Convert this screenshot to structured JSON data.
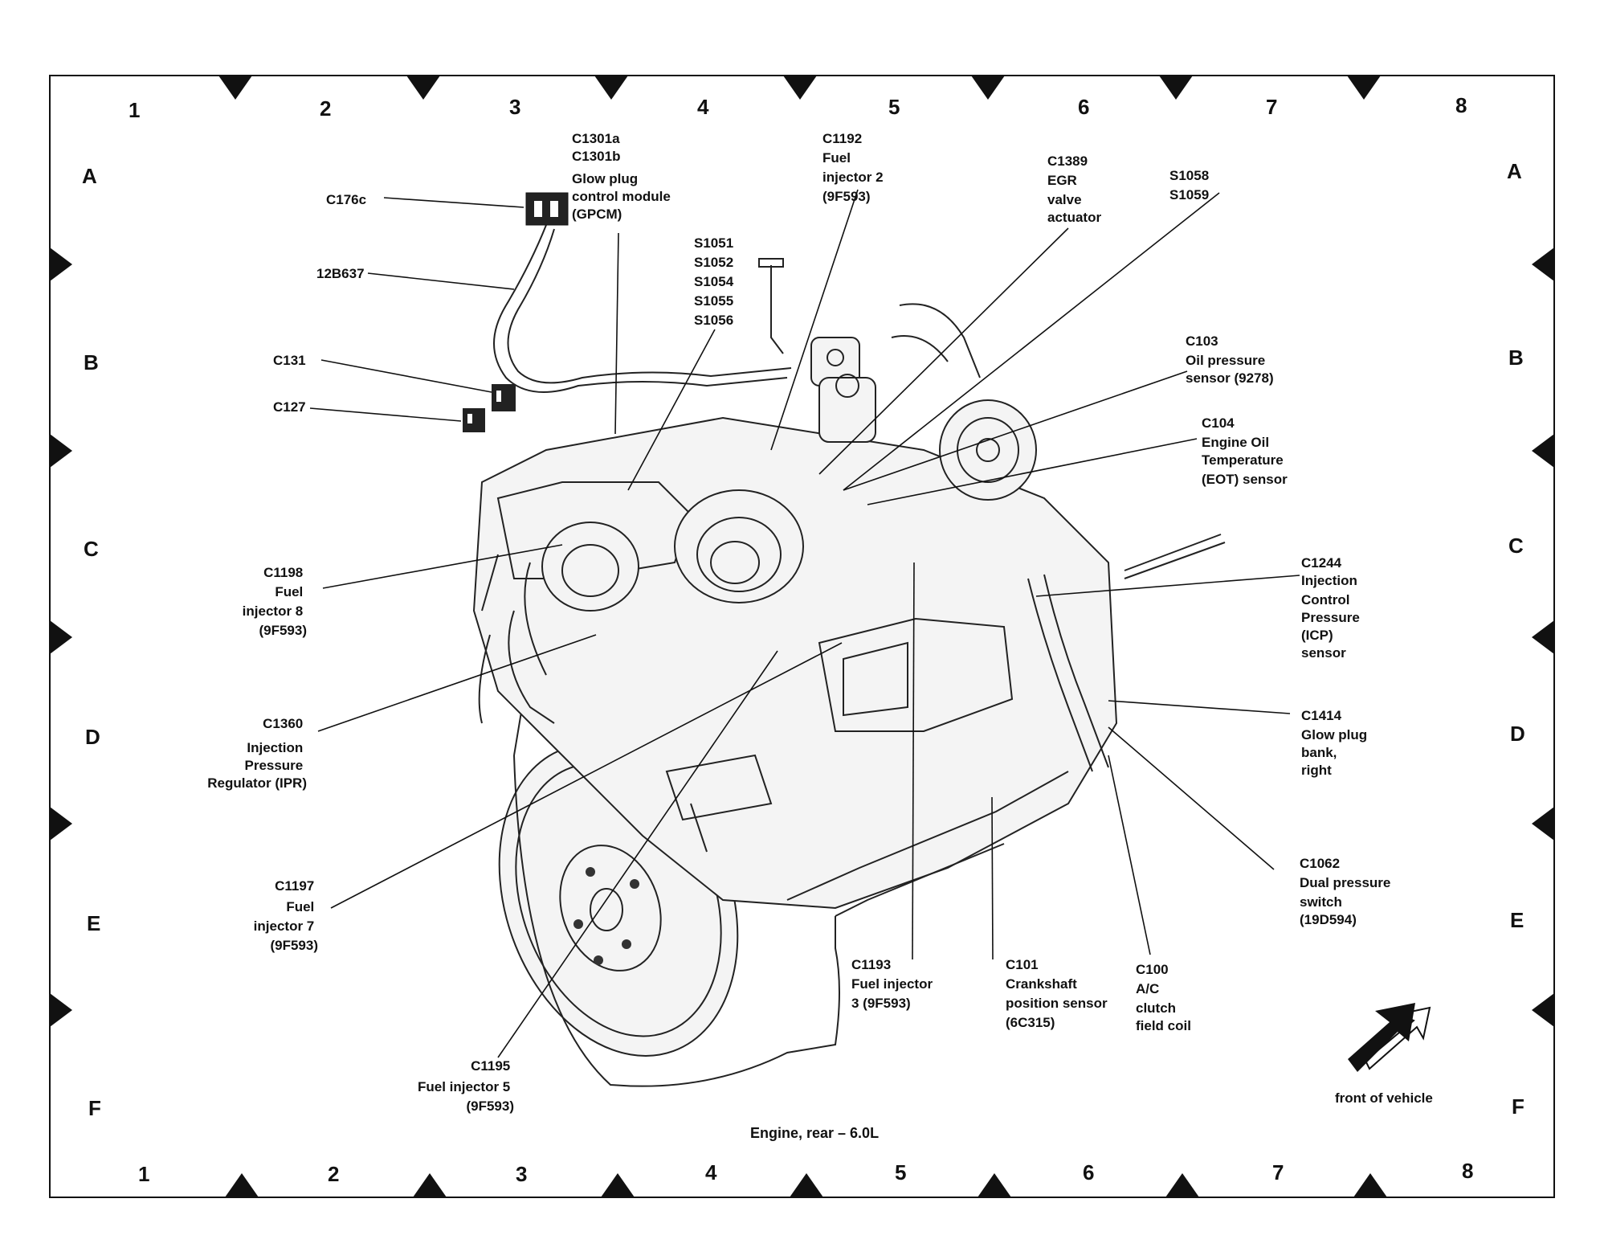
{
  "diagram": {
    "caption": "Engine, rear – 6.0L",
    "grid_columns": [
      "1",
      "2",
      "3",
      "4",
      "5",
      "6",
      "7",
      "8"
    ],
    "grid_rows": [
      "A",
      "B",
      "C",
      "D",
      "E",
      "F"
    ],
    "orientation_label": "front of vehicle",
    "labels": {
      "c176c": [
        "C176c"
      ],
      "12b637": [
        "12B637"
      ],
      "gpcm": [
        "C1301a",
        "C1301b",
        "Glow plug",
        "control module",
        "(GPCM)"
      ],
      "c131": [
        "C131"
      ],
      "c127": [
        "C127"
      ],
      "splices1": [
        "S1051",
        "S1052",
        "S1054",
        "S1055",
        "S1056"
      ],
      "c1192": [
        "C1192",
        "Fuel",
        "injector 2",
        "(9F593)"
      ],
      "c1389": [
        "C1389",
        "EGR",
        "valve",
        "actuator"
      ],
      "s1058": [
        "S1058",
        "S1059"
      ],
      "c103": [
        "C103",
        "Oil pressure",
        "sensor (9278)"
      ],
      "c104": [
        "C104",
        "Engine Oil",
        "Temperature",
        "(EOT) sensor"
      ],
      "c1198": [
        "C1198",
        "Fuel",
        "injector 8",
        "(9F593)"
      ],
      "c1244": [
        "C1244",
        "Injection",
        "Control",
        "Pressure",
        "(ICP)",
        "sensor"
      ],
      "c1360": [
        "C1360",
        "Injection",
        "Pressure",
        "Regulator (IPR)"
      ],
      "c1414": [
        "C1414",
        "Glow plug",
        "bank,",
        "right"
      ],
      "c1197": [
        "C1197",
        "Fuel",
        "injector 7",
        "(9F593)"
      ],
      "c1062": [
        "C1062",
        "Dual pressure",
        "switch",
        "(19D594)"
      ],
      "c1193": [
        "C1193",
        "Fuel injector",
        "3 (9F593)"
      ],
      "c101": [
        "C101",
        "Crankshaft",
        "position sensor",
        "(6C315)"
      ],
      "c100": [
        "C100",
        "A/C",
        "clutch",
        "field coil"
      ],
      "c1195": [
        "C1195",
        "Fuel injector 5",
        "(9F593)"
      ]
    }
  }
}
